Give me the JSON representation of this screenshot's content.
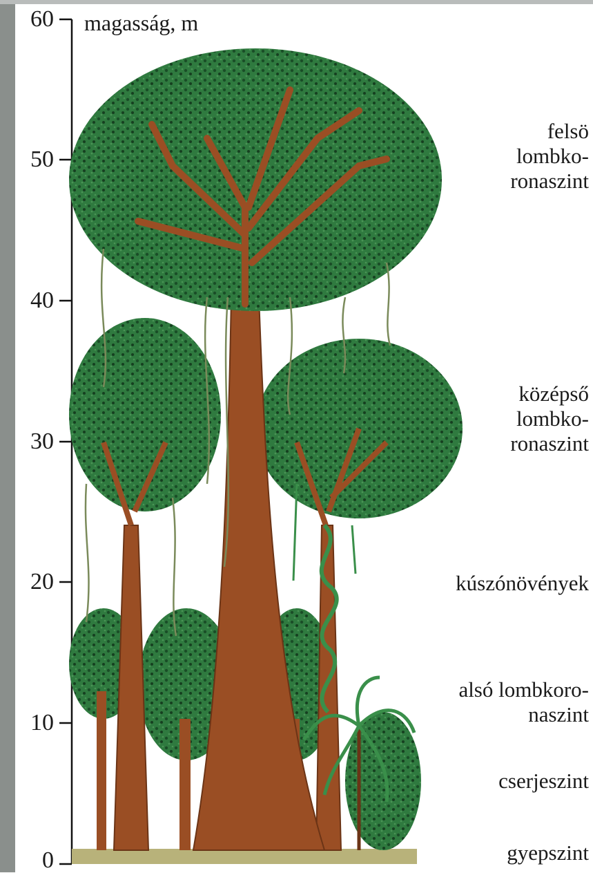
{
  "axis": {
    "title": "magasság, m",
    "ticks": [
      "0",
      "10",
      "20",
      "30",
      "40",
      "50",
      "60"
    ]
  },
  "layers": [
    {
      "label": "felsö\nlombko-\nronaszint"
    },
    {
      "label": "középső\nlombko-\nronaszint"
    },
    {
      "label": "kúszónövények"
    },
    {
      "label": "alsó lombkoro-\nnaszint"
    },
    {
      "label": "cserjeszint"
    },
    {
      "label": "gyepszint"
    }
  ],
  "colors": {
    "foliage_dark": "#1f5a2e",
    "foliage": "#2f7a3f",
    "trunk": "#9a4e24",
    "trunk_dark": "#6b3416",
    "vine": "#7a8a5a",
    "ground": "#b8b27a"
  }
}
